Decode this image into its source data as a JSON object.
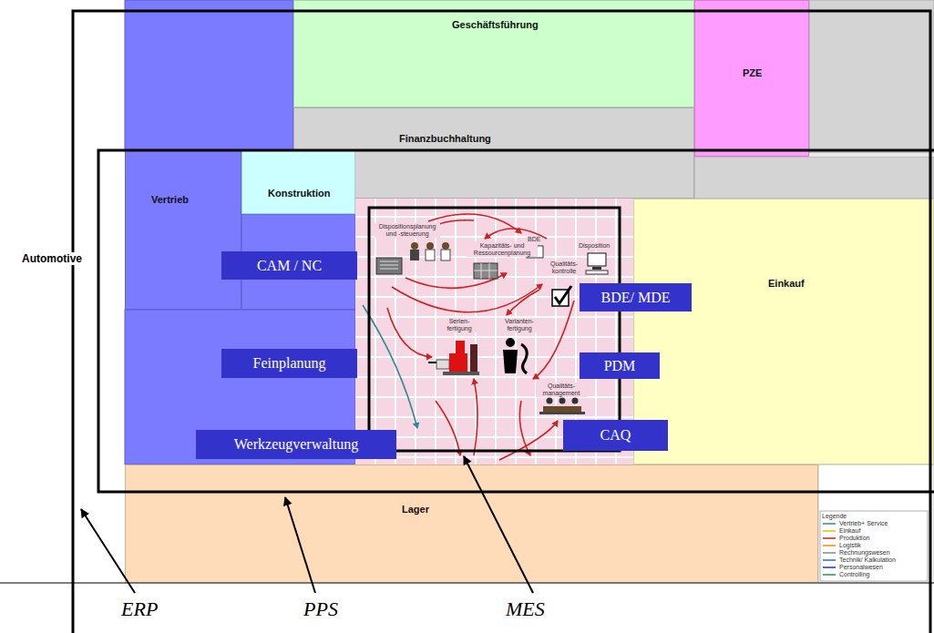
{
  "diagram": {
    "nodes": [
      {
        "text": [
          "Geschäftsführung"
        ]
      },
      {
        "text": [
          "PZE"
        ]
      },
      {
        "text": [
          "Finanzbuchhaltung"
        ]
      },
      {
        "text": [
          "Vertrieb"
        ]
      },
      {
        "text": [
          "Konstruktion"
        ]
      },
      {
        "text": [
          "CAM / NC"
        ]
      },
      {
        "text": [
          "BDE/ MDE"
        ]
      },
      {
        "text": [
          "Einkauf"
        ]
      },
      {
        "text": [
          "Feinplanung"
        ]
      },
      {
        "text": [
          "PDM"
        ]
      },
      {
        "text": [
          "CAQ"
        ]
      },
      {
        "text": [
          "Werkzeugverwaltung"
        ]
      },
      {
        "text": [
          "Lager"
        ]
      }
    ],
    "labels": [
      "Automotive",
      "ERP",
      "PPS",
      "MES",
      "Dispositionsplanung und -steuerung",
      "Kapazitäts- und Ressourcenplanung",
      "BDE",
      "Disposition",
      "Qualitäts- kontrolle",
      "Serien- fertigung",
      "Varianten- fertigung",
      "Qualitäts- management",
      "Legende"
    ],
    "legend": [
      {
        "text": "Vertrieb+ Service"
      },
      {
        "text": "Einkauf"
      },
      {
        "text": "Produktion"
      },
      {
        "text": "Logistik"
      },
      {
        "text": "Rechnungswesen"
      },
      {
        "text": "Technik/ Kalkulation"
      },
      {
        "text": "Personalwesen"
      },
      {
        "text": "Controlling"
      }
    ]
  }
}
